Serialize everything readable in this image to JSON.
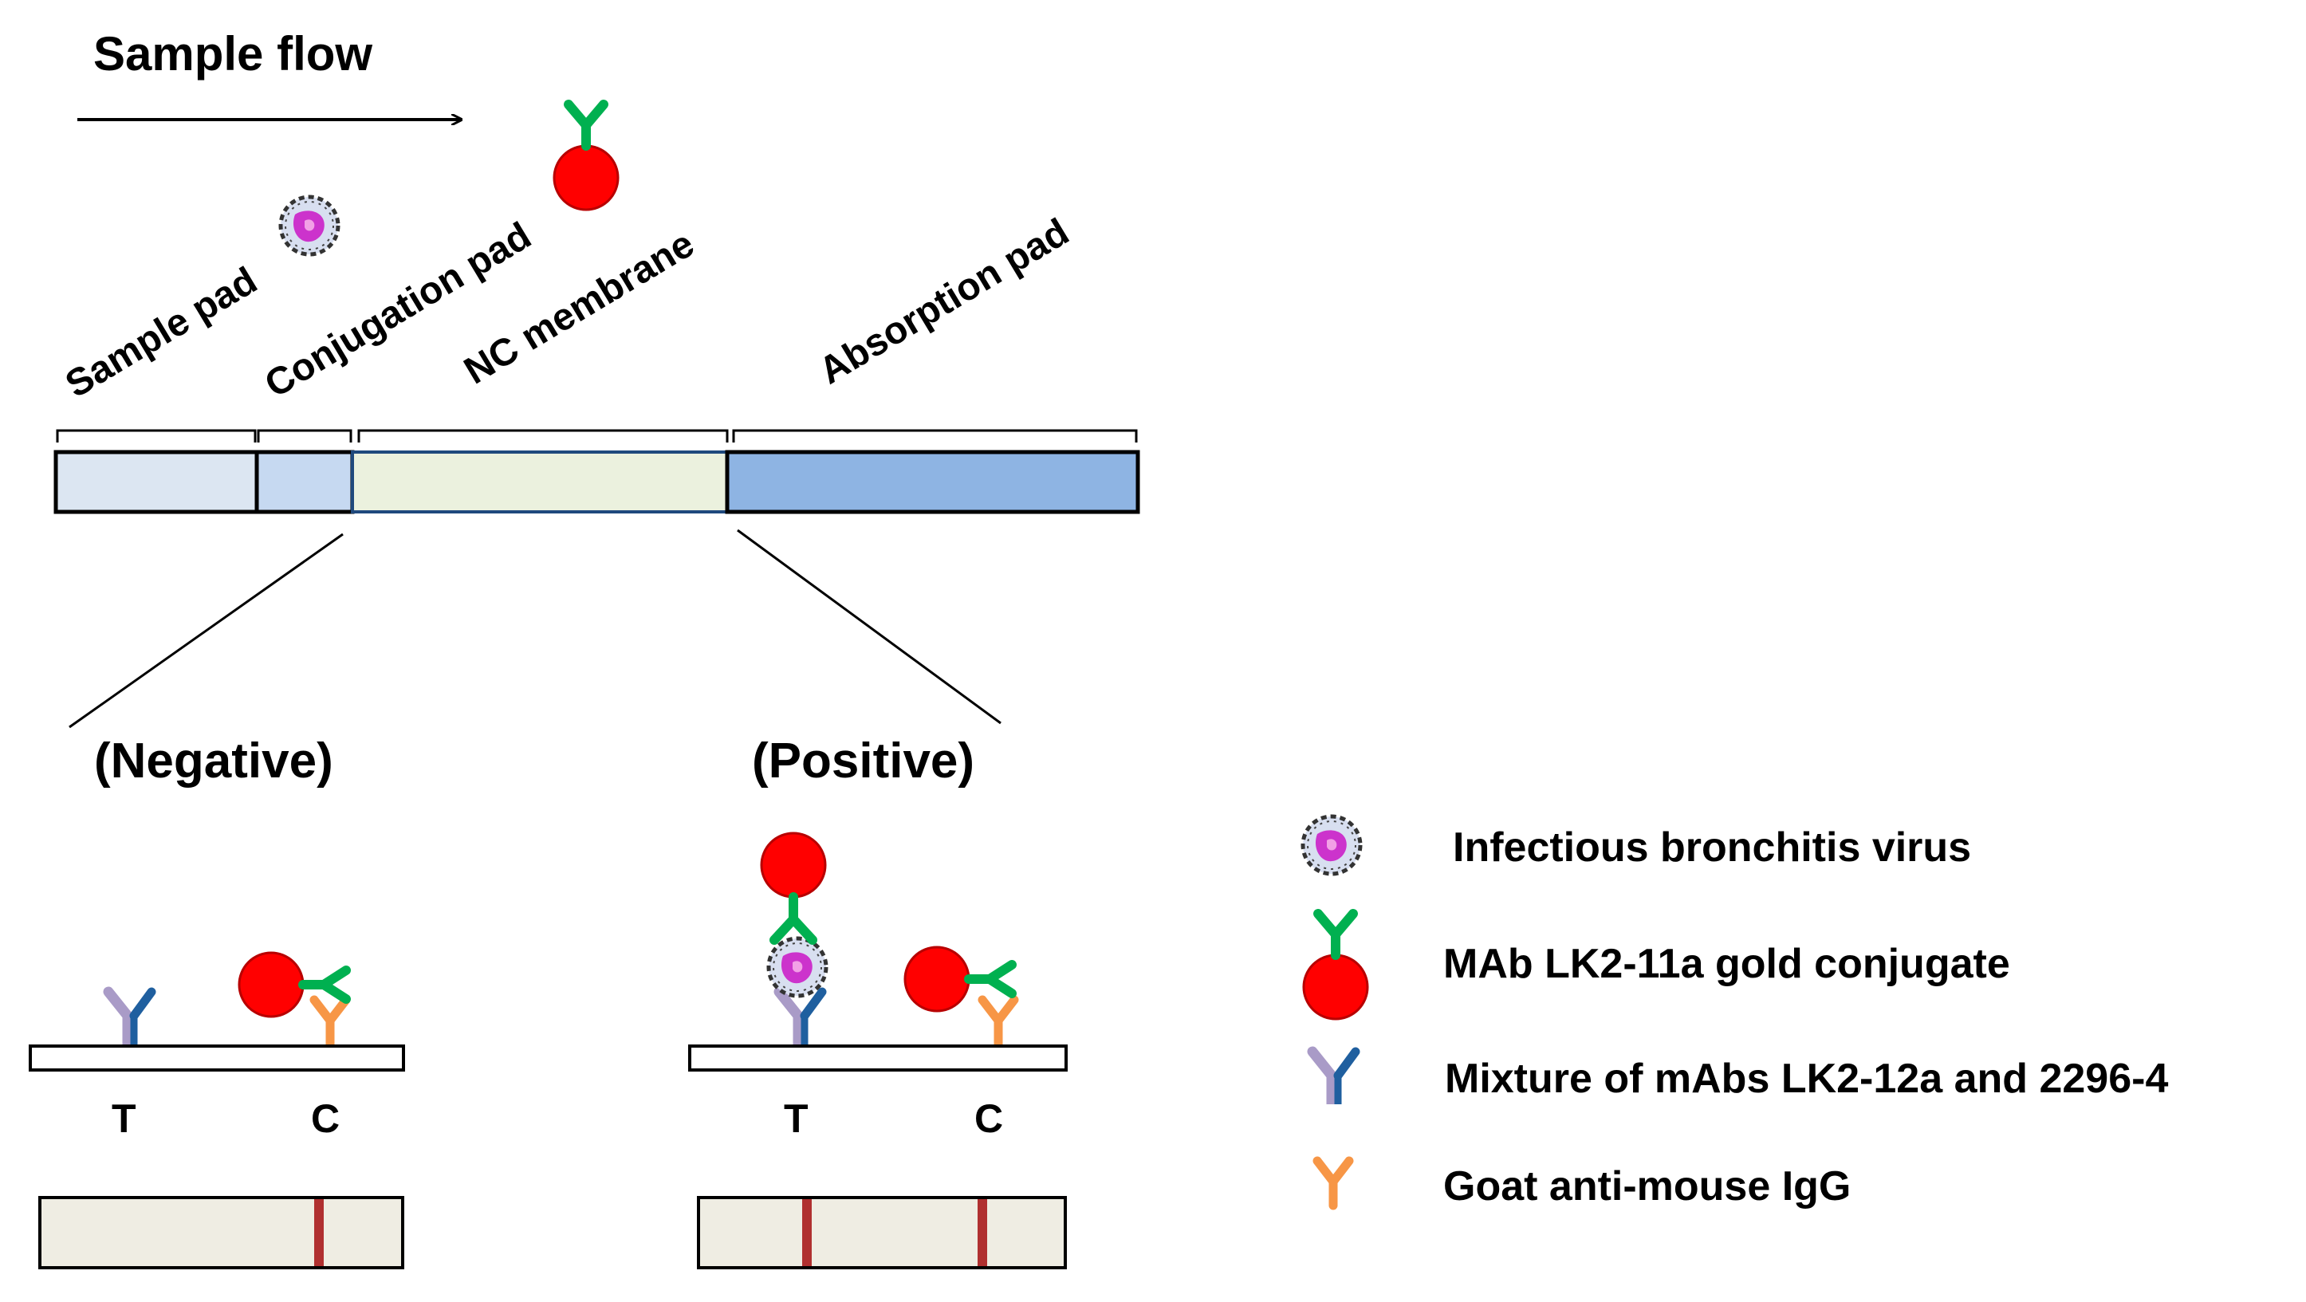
{
  "flow": {
    "label": "Sample flow"
  },
  "strip": {
    "labels": {
      "sample_pad": "Sample pad",
      "conjugation_pad": "Conjugation  pad",
      "nc_membrane": "NC membrane",
      "absorption_pad": "Absorption  pad"
    },
    "colors": {
      "sample_pad": "#dce6f2",
      "conjugation_pad": "#c6d9f1",
      "nc_membrane": "#ebf1de",
      "absorption_pad": "#8eb4e3"
    }
  },
  "negative": {
    "title": "(Negative)",
    "line_t": "T",
    "line_c": "C"
  },
  "positive": {
    "title": "(Positive)",
    "line_t": "T",
    "line_c": "C"
  },
  "legend": {
    "virus": "Infectious bronchitis virus",
    "gold_conjugate": "MAb LK2-11a gold conjugate",
    "capture_mix": "Mixture of mAbs LK2-12a and 2296-4",
    "goat_igg": "Goat anti-mouse IgG"
  },
  "colors": {
    "gold_particle": "#ff0000",
    "conjugate_antibody": "#00b050",
    "capture_antibody_left": "#a99bc7",
    "capture_antibody_right": "#1f5f9f",
    "goat_antibody": "#f79646",
    "virus_core": "#cc33cc",
    "result_band": "#b03030",
    "result_window": "#efede3"
  }
}
